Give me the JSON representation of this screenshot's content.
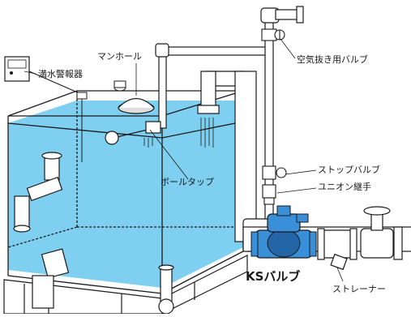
{
  "labels": {
    "alarm": "満水警報器",
    "manhole": "マンホール",
    "air_valve": "空気抜き用バルブ",
    "ball_tap": "ボールタップ",
    "stop_valve": "ストップバルブ",
    "union_joint": "ユニオン継手",
    "ks_valve": "KSバルブ",
    "strainer": "ストレーナー"
  },
  "colors": {
    "water": "#7fd0f0",
    "water_dark": "#5cc0e8",
    "valve_blue": "#3a8fd9",
    "valve_blue_dark": "#2366a8",
    "line": "#1a1a1a",
    "pipe_fill": "#ffffff",
    "pipe_shade": "#d9d9d9"
  },
  "icons": [
    "alarm-box-icon",
    "manhole-icon",
    "float-ball-icon",
    "gate-valve-icon",
    "ks-valve-icon",
    "strainer-icon"
  ]
}
